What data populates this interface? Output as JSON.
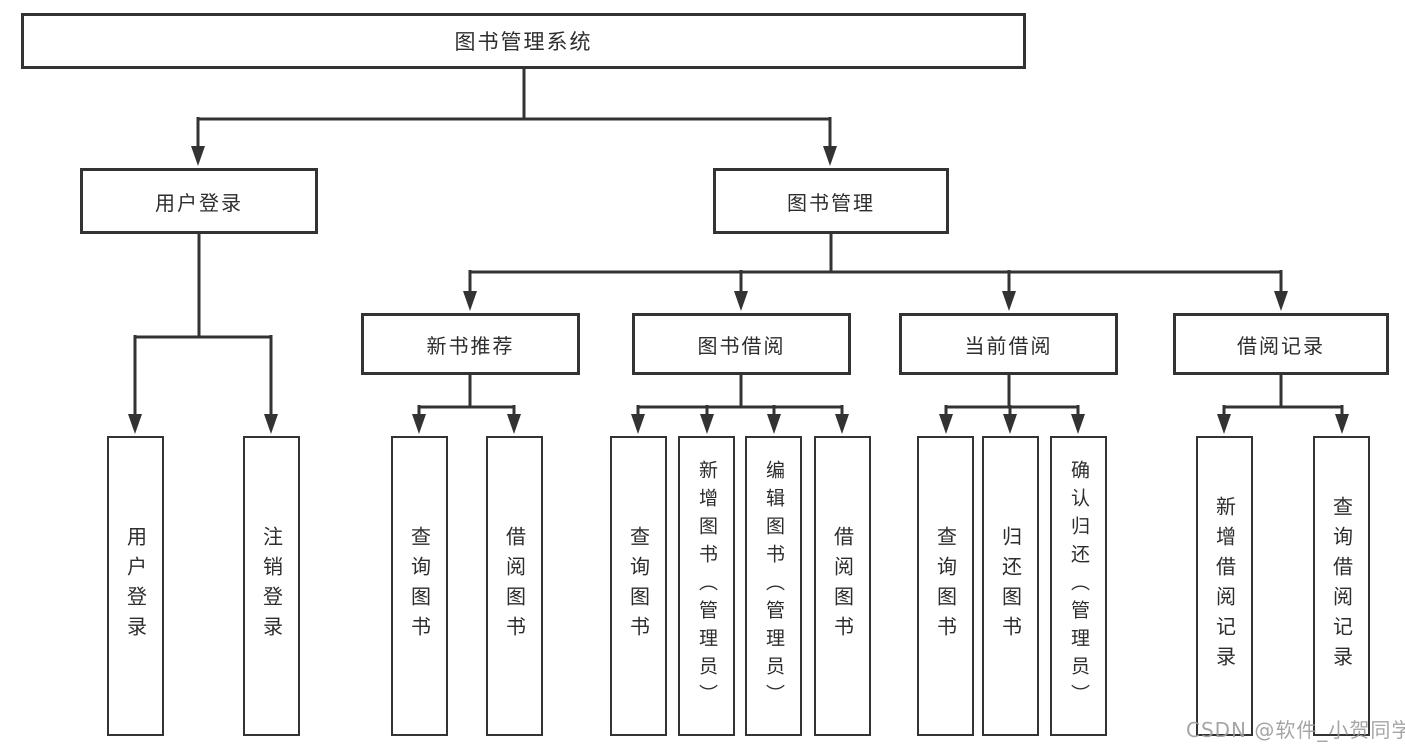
{
  "diagram": {
    "root": {
      "label": "图书管理系统"
    },
    "branches": [
      {
        "label": "用户登录",
        "children": [
          {
            "label": "用户登录"
          },
          {
            "label": "注销登录"
          }
        ]
      },
      {
        "label": "图书管理",
        "children": [
          {
            "label": "新书推荐",
            "children": [
              {
                "label": "查询图书"
              },
              {
                "label": "借阅图书"
              }
            ]
          },
          {
            "label": "图书借阅",
            "children": [
              {
                "label": "查询图书"
              },
              {
                "label": "新增图书（管理员）"
              },
              {
                "label": "编辑图书（管理员）"
              },
              {
                "label": "借阅图书"
              }
            ]
          },
          {
            "label": "当前借阅",
            "children": [
              {
                "label": "查询图书"
              },
              {
                "label": "归还图书"
              },
              {
                "label": "确认归还（管理员）"
              }
            ]
          },
          {
            "label": "借阅记录",
            "children": [
              {
                "label": "新增借阅记录"
              },
              {
                "label": "查询借阅记录"
              }
            ]
          }
        ]
      }
    ]
  },
  "watermark": {
    "text": "CSDN @软件_小贺同学",
    "color": "#9c9c9c"
  },
  "colors": {
    "line": "#333333",
    "box_border": "#333333",
    "text": "#2d2d2d",
    "background": "#ffffff"
  }
}
